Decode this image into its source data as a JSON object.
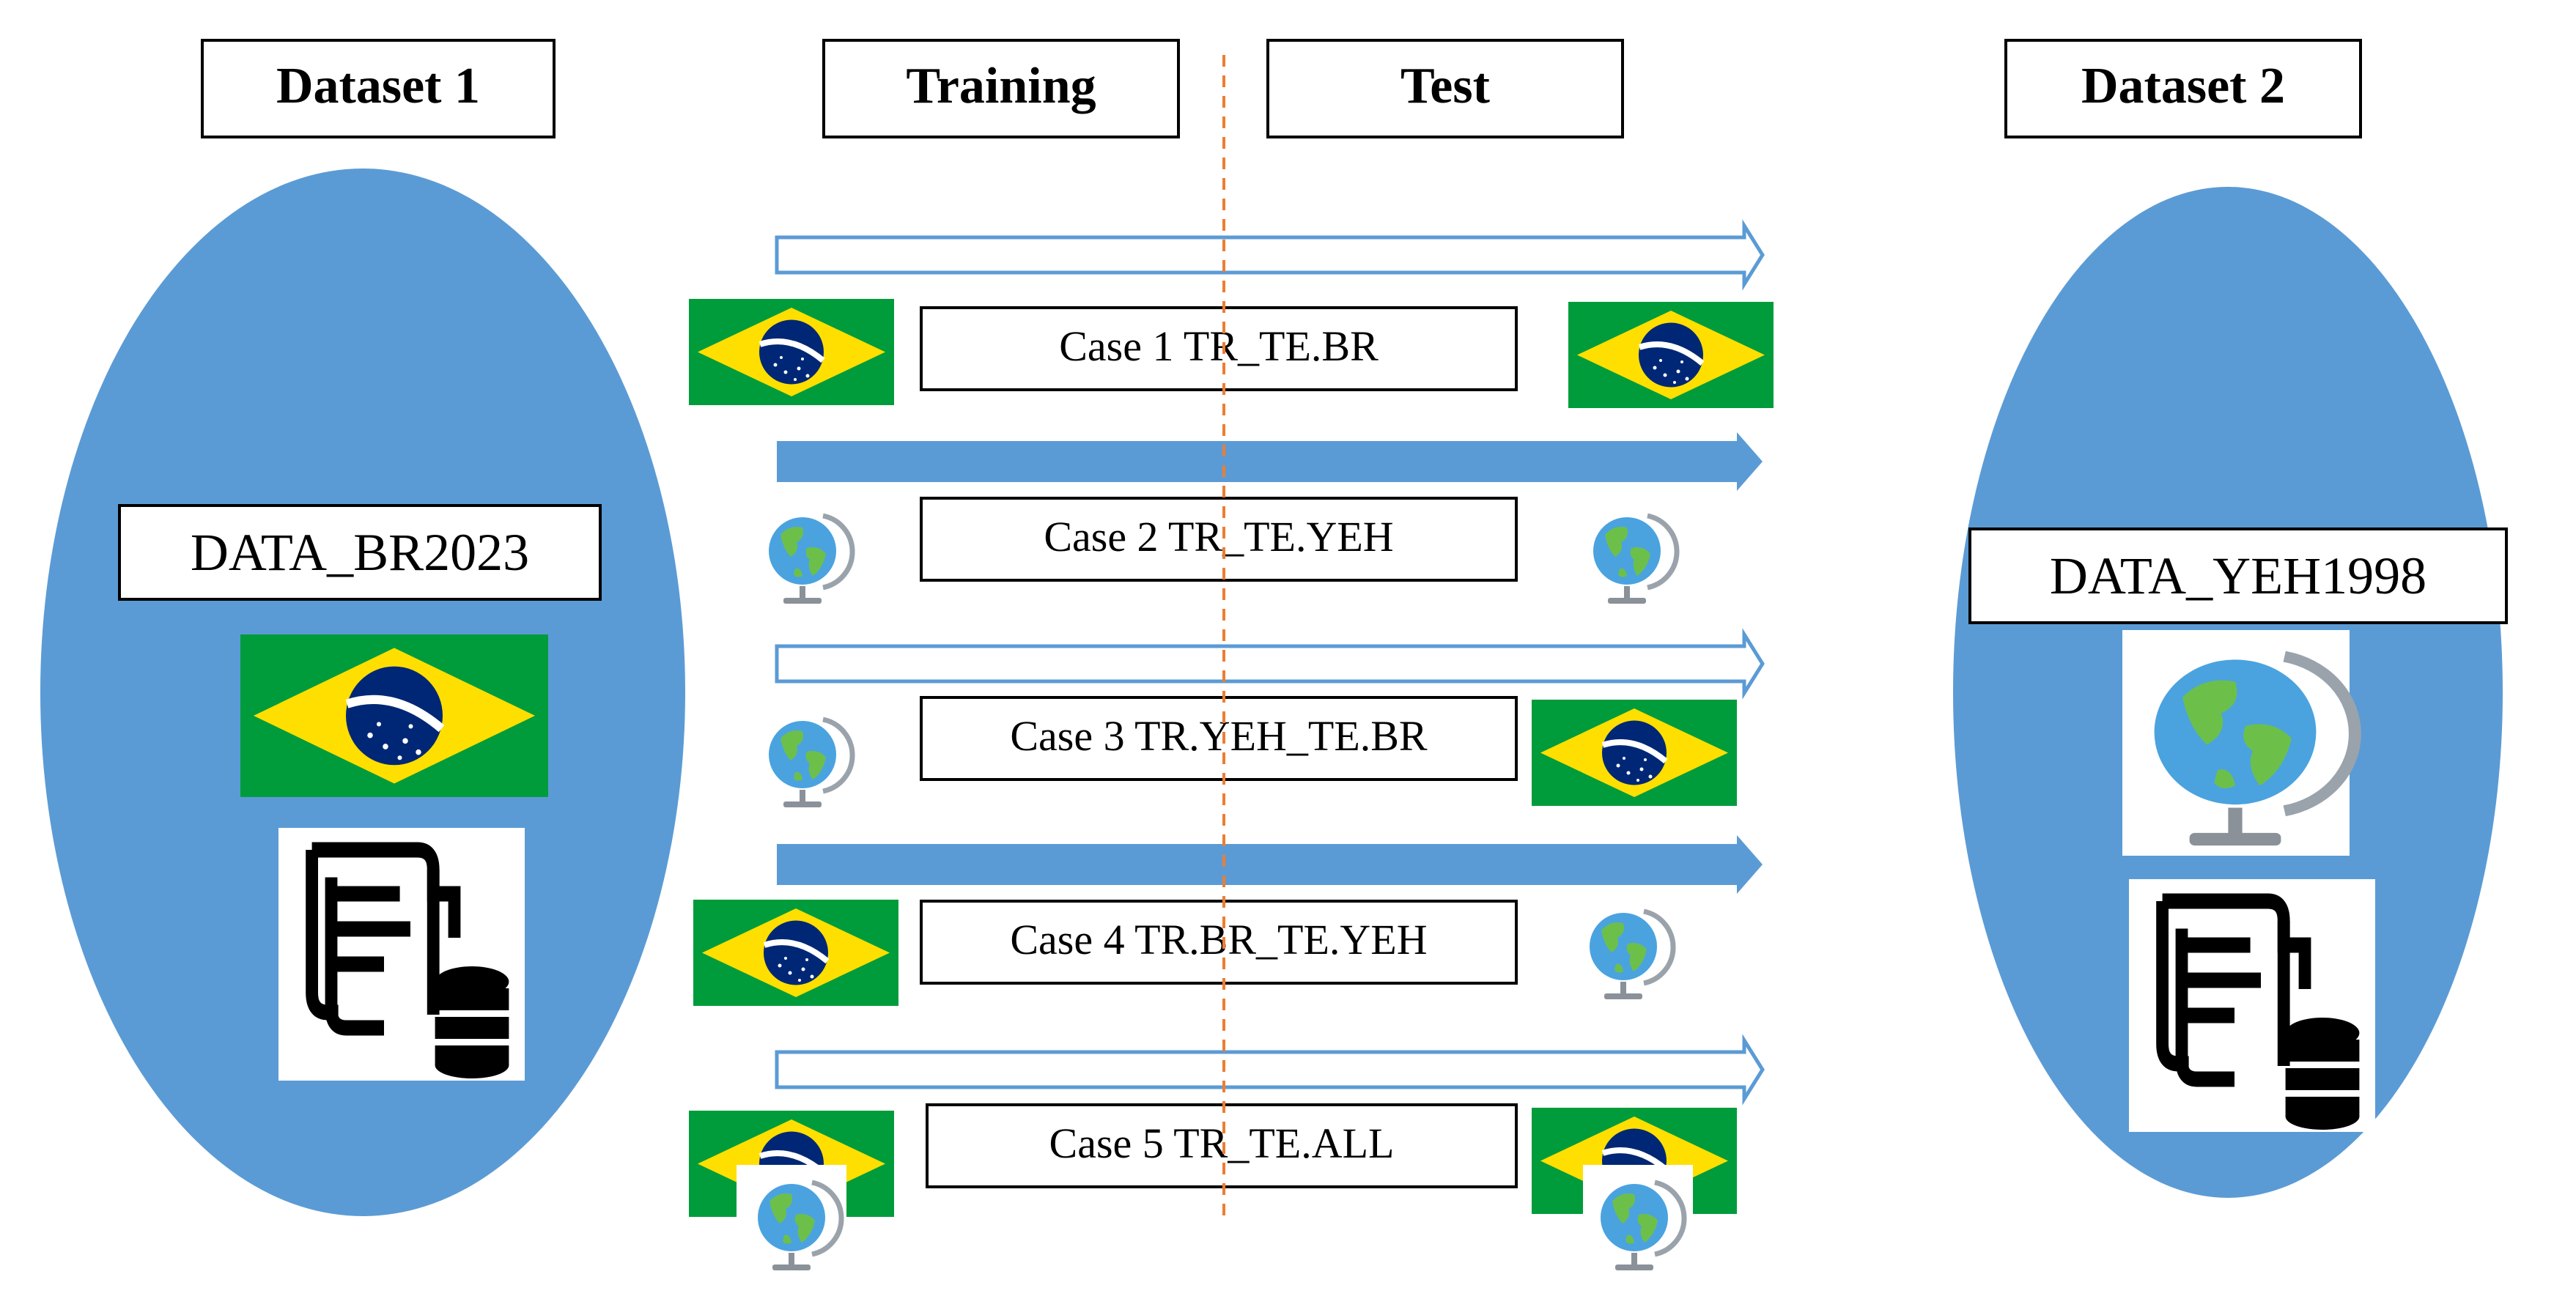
{
  "headers": {
    "dataset1": "Dataset 1",
    "training": "Training",
    "test": "Test",
    "dataset2": "Dataset 2"
  },
  "datasets": {
    "left": {
      "name": "DATA_BR2023",
      "flag": "brazil-flag",
      "icon": "document-database-icon"
    },
    "right": {
      "name": "DATA_YEH1998",
      "flag": "globe-icon",
      "icon": "document-database-icon"
    }
  },
  "cases": [
    {
      "label": "Case 1 TR_TE.BR",
      "train": "brazil",
      "test": "brazil",
      "arrow": "outline"
    },
    {
      "label": "Case 2 TR_TE.YEH",
      "train": "globe",
      "test": "globe",
      "arrow": "filled"
    },
    {
      "label": "Case 3 TR.YEH_TE.BR",
      "train": "globe",
      "test": "brazil",
      "arrow": "outline"
    },
    {
      "label": "Case 4 TR.BR_TE.YEH",
      "train": "brazil",
      "test": "globe",
      "arrow": "filled"
    },
    {
      "label": "Case 5 TR_TE.ALL",
      "train": "brazil+globe",
      "test": "brazil+globe",
      "arrow": "outline"
    }
  ],
  "colors": {
    "ellipse": "#5b9bd5",
    "arrow": "#5b9bd5",
    "divider": "#ed7d31",
    "flag_green": "#009c3b",
    "flag_yellow": "#ffdf00",
    "flag_blue": "#002776"
  }
}
